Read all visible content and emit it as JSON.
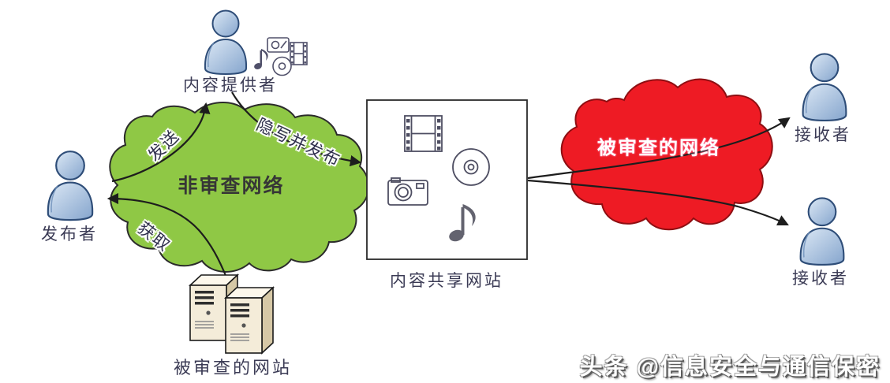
{
  "watermark": {
    "text": "头条 @信息安全与通信保密"
  },
  "diagram": {
    "nodes": {
      "content_provider": "内容提供者",
      "publisher": "发布者",
      "receiver_top": "接收者",
      "receiver_bottom": "接收者",
      "sharing_site": "内容共享网站",
      "censored_site": "被审查的网站"
    },
    "clouds": {
      "uncensored": {
        "label": "非审查网络",
        "fill": "#8fc845",
        "stroke": "#2b2b2b"
      },
      "censored": {
        "label": "被审查的网络",
        "fill": "#ee1b24",
        "stroke": "#8e0e12"
      }
    },
    "edges": {
      "send": "发送",
      "stego_publish": "隐写并发布",
      "fetch": "获取"
    },
    "icons": {
      "provider_media": [
        "music-note-icon",
        "camera-icon",
        "film-strip-icon",
        "cd-icon"
      ],
      "sharing_site_media": [
        "film-strip-icon",
        "cd-icon",
        "camera-icon",
        "music-note-icon"
      ]
    }
  }
}
